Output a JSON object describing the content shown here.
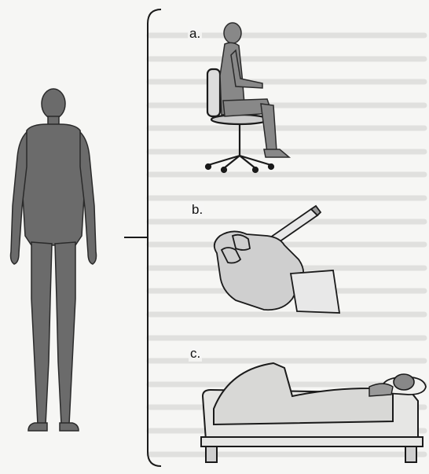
{
  "panels": {
    "a": "a.",
    "b": "b.",
    "c": "c."
  },
  "icons": {
    "standing": "standing-human-figure",
    "seated": "seated-person-on-stool",
    "writing": "hand-holding-pencil",
    "reclining": "person-lying-in-bed"
  },
  "colors": {
    "figure_fill": "#6b6b6b",
    "line": "#1a1a1a",
    "background": "#f6f6f4"
  }
}
